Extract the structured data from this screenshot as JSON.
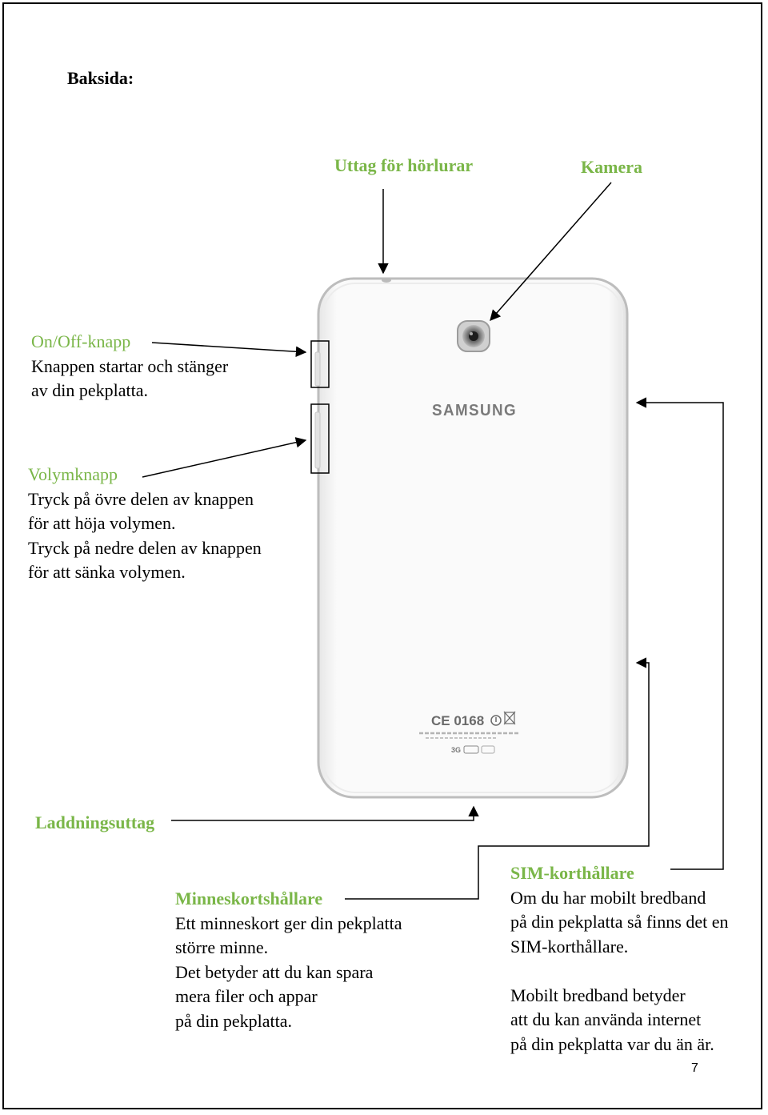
{
  "heading": "Baksida:",
  "labels": {
    "headphone": "Uttag för hörlurar",
    "camera": "Kamera",
    "charging": "Laddningsuttag"
  },
  "power": {
    "title": "On/Off-knapp",
    "lines": [
      "Knappen startar och stänger",
      "av din pekplatta."
    ]
  },
  "volume": {
    "title": "Volymknapp",
    "lines": [
      "Tryck på övre delen av knappen",
      "för att höja volymen.",
      "Tryck på nedre delen av knappen",
      "för att sänka volymen."
    ]
  },
  "memory": {
    "title": "Minneskortshållare",
    "lines": [
      "Ett minneskort ger din pekplatta",
      "större minne.",
      "Det betyder att du kan spara",
      "mera filer och appar",
      "på din pekplatta."
    ]
  },
  "sim": {
    "title": "SIM-korthållare",
    "lines": [
      "Om du har mobilt bredband",
      "på din pekplatta så finns det en",
      "SIM-korthållare.",
      "",
      "Mobilt bredband betyder",
      "att du kan använda internet",
      "på din pekplatta var du än är."
    ]
  },
  "tablet": {
    "brand": "SAMSUNG",
    "cert_mark": "CE 0168",
    "network_badges": "3G"
  },
  "page_number": "7",
  "colors": {
    "accent_green": "#7ab648",
    "tablet_body": "#f4f4f4"
  }
}
